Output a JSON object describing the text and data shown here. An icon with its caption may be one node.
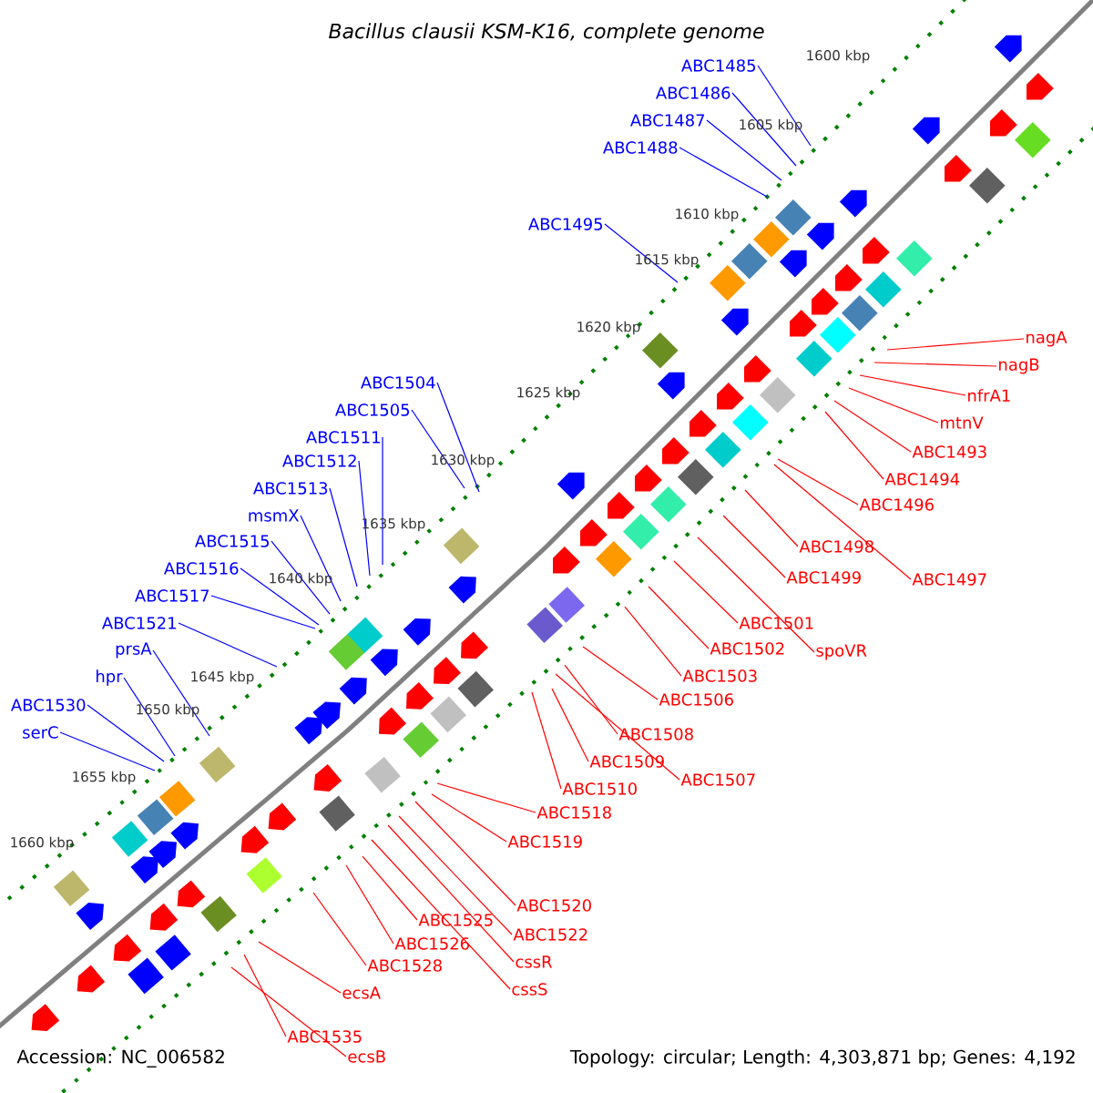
{
  "diagram": {
    "title": "Bacillus clausii KSM-K16, complete genome",
    "nodes": [
      {
        "text": [
          "ABC1485"
        ]
      },
      {
        "text": [
          "ABC1486"
        ]
      },
      {
        "text": [
          "ABC1487"
        ]
      },
      {
        "text": [
          "ABC1488"
        ]
      },
      {
        "text": [
          "ABC1495"
        ]
      },
      {
        "text": [
          "ABC1504"
        ]
      },
      {
        "text": [
          "ABC1505"
        ]
      },
      {
        "text": [
          "ABC1511"
        ]
      },
      {
        "text": [
          "ABC1512"
        ]
      },
      {
        "text": [
          "ABC1513"
        ]
      },
      {
        "text": [
          "msmX"
        ]
      },
      {
        "text": [
          "ABC1515"
        ]
      },
      {
        "text": [
          "ABC1516"
        ]
      },
      {
        "text": [
          "ABC1517"
        ]
      },
      {
        "text": [
          "ABC1521"
        ]
      },
      {
        "text": [
          "prsA"
        ]
      },
      {
        "text": [
          "hpr"
        ]
      },
      {
        "text": [
          "ABC1530"
        ]
      },
      {
        "text": [
          "serC"
        ]
      },
      {
        "text": [
          "nagA"
        ]
      },
      {
        "text": [
          "nagB"
        ]
      },
      {
        "text": [
          "nfrA1"
        ]
      },
      {
        "text": [
          "mtnV"
        ]
      },
      {
        "text": [
          "ABC1493"
        ]
      },
      {
        "text": [
          "ABC1494"
        ]
      },
      {
        "text": [
          "ABC1496"
        ]
      },
      {
        "text": [
          "ABC1498"
        ]
      },
      {
        "text": [
          "ABC1499"
        ]
      },
      {
        "text": [
          "ABC1497"
        ]
      },
      {
        "text": [
          "ABC1501"
        ]
      },
      {
        "text": [
          "spoVR"
        ]
      },
      {
        "text": [
          "ABC1502"
        ]
      },
      {
        "text": [
          "ABC1503"
        ]
      },
      {
        "text": [
          "ABC1506"
        ]
      },
      {
        "text": [
          "ABC1508"
        ]
      },
      {
        "text": [
          "ABC1509"
        ]
      },
      {
        "text": [
          "ABC1507"
        ]
      },
      {
        "text": [
          "ABC1510"
        ]
      },
      {
        "text": [
          "ABC1518"
        ]
      },
      {
        "text": [
          "ABC1519"
        ]
      },
      {
        "text": [
          "ABC1520"
        ]
      },
      {
        "text": [
          "ABC1522"
        ]
      },
      {
        "text": [
          "cssR"
        ]
      },
      {
        "text": [
          "cssS"
        ]
      },
      {
        "text": [
          "ABC1525"
        ]
      },
      {
        "text": [
          "ABC1526"
        ]
      },
      {
        "text": [
          "ABC1528"
        ]
      },
      {
        "text": [
          "ecsA"
        ]
      },
      {
        "text": [
          "ABC1535"
        ]
      },
      {
        "text": [
          "ecsB"
        ]
      }
    ],
    "edges": [
      {
        "from": 0,
        "to": null,
        "arrow": "none",
        "color": "#0000ff"
      },
      {
        "from": 1,
        "to": null,
        "arrow": "none",
        "color": "#0000ff"
      },
      {
        "from": 2,
        "to": null,
        "arrow": "none",
        "color": "#0000ff"
      },
      {
        "from": 3,
        "to": null,
        "arrow": "none",
        "color": "#0000ff"
      },
      {
        "from": 4,
        "to": null,
        "arrow": "none",
        "color": "#0000ff"
      },
      {
        "from": 5,
        "to": null,
        "arrow": "none",
        "color": "#0000ff"
      },
      {
        "from": 6,
        "to": null,
        "arrow": "none",
        "color": "#0000ff"
      },
      {
        "from": 7,
        "to": null,
        "arrow": "none",
        "color": "#0000ff"
      },
      {
        "from": 8,
        "to": null,
        "arrow": "none",
        "color": "#0000ff"
      },
      {
        "from": 9,
        "to": null,
        "arrow": "none",
        "color": "#0000ff"
      },
      {
        "from": 10,
        "to": null,
        "arrow": "none",
        "color": "#0000ff"
      },
      {
        "from": 11,
        "to": null,
        "arrow": "none",
        "color": "#0000ff"
      },
      {
        "from": 12,
        "to": null,
        "arrow": "none",
        "color": "#0000ff"
      },
      {
        "from": 13,
        "to": null,
        "arrow": "none",
        "color": "#0000ff"
      },
      {
        "from": 14,
        "to": null,
        "arrow": "none",
        "color": "#0000ff"
      },
      {
        "from": 15,
        "to": null,
        "arrow": "none",
        "color": "#0000ff"
      },
      {
        "from": 16,
        "to": null,
        "arrow": "none",
        "color": "#0000ff"
      },
      {
        "from": 17,
        "to": null,
        "arrow": "none",
        "color": "#0000ff"
      },
      {
        "from": 18,
        "to": null,
        "arrow": "none",
        "color": "#0000ff"
      },
      {
        "from": 19,
        "to": null,
        "arrow": "none"
      },
      {
        "from": 20,
        "to": null,
        "arrow": "none"
      },
      {
        "from": 21,
        "to": null,
        "arrow": "none"
      },
      {
        "from": 22,
        "to": null,
        "arrow": "none"
      },
      {
        "from": 23,
        "to": null,
        "arrow": "none"
      },
      {
        "from": 24,
        "to": null,
        "arrow": "none"
      },
      {
        "from": 25,
        "to": null,
        "arrow": "none"
      },
      {
        "from": 26,
        "to": null,
        "arrow": "none"
      },
      {
        "from": 27,
        "to": null,
        "arrow": "none"
      },
      {
        "from": 28,
        "to": null,
        "arrow": "none"
      },
      {
        "from": 29,
        "to": null,
        "arrow": "none"
      },
      {
        "from": 30,
        "to": null,
        "arrow": "none"
      },
      {
        "from": 31,
        "to": null,
        "arrow": "none"
      },
      {
        "from": 32,
        "to": null,
        "arrow": "none"
      },
      {
        "from": 33,
        "to": null,
        "arrow": "none"
      },
      {
        "from": 34,
        "to": null,
        "arrow": "none"
      },
      {
        "from": 35,
        "to": null,
        "arrow": "none"
      },
      {
        "from": 36,
        "to": null,
        "arrow": "none"
      },
      {
        "from": 37,
        "to": null,
        "arrow": "none"
      },
      {
        "from": 38,
        "to": null,
        "arrow": "none"
      },
      {
        "from": 39,
        "to": null,
        "arrow": "none"
      },
      {
        "from": 40,
        "to": null,
        "arrow": "none"
      },
      {
        "from": 41,
        "to": null,
        "arrow": "none"
      },
      {
        "from": 42,
        "to": null,
        "arrow": "none"
      },
      {
        "from": 43,
        "to": null,
        "arrow": "none"
      },
      {
        "from": 44,
        "to": null,
        "arrow": "none"
      },
      {
        "from": 45,
        "to": null,
        "arrow": "none"
      },
      {
        "from": 46,
        "to": null,
        "arrow": "none"
      },
      {
        "from": 47,
        "to": null,
        "arrow": "none"
      },
      {
        "from": 48,
        "to": null,
        "arrow": "none"
      },
      {
        "from": 49,
        "to": null,
        "arrow": "none"
      }
    ],
    "labels": [
      "1600 kbp",
      "1605 kbp",
      "1610 kbp",
      "1615 kbp",
      "1620 kbp",
      "1625 kbp",
      "1630 kbp",
      "1635 kbp",
      "1640 kbp",
      "1645 kbp",
      "1650 kbp",
      "1655 kbp",
      "1660 kbp",
      "Accession: NC_006582",
      "Topology: circular; Length: 4,303,871 bp; Genes: 4,192"
    ]
  }
}
